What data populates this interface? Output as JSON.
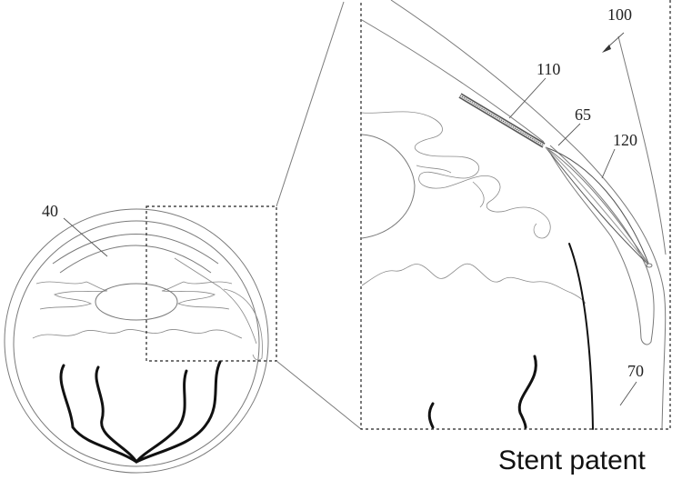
{
  "figure": {
    "reference_numerals": {
      "whole_eye": "40",
      "device": "100",
      "shunt_tube": "110",
      "junction": "65",
      "stent_body": "120",
      "outer_wall": "70"
    },
    "caption": "Stent patent"
  },
  "colors": {
    "line": "#7a7a7a",
    "vessel": "#111111",
    "background": "#ffffff"
  }
}
